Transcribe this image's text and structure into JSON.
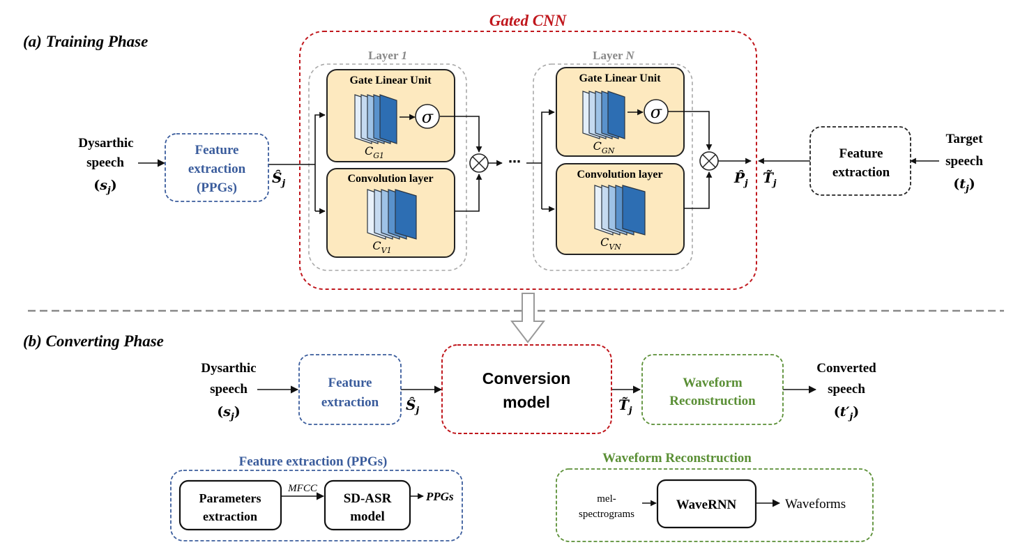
{
  "training": {
    "title": "(a) Training Phase",
    "gated_cnn": "Gated CNN",
    "layer1": {
      "prefix": "Layer ",
      "index": "1"
    },
    "layerN": {
      "prefix": "Layer ",
      "index": "N"
    },
    "glu": "Gate Linear Unit",
    "conv": "Convolution layer",
    "sigma": "σ",
    "cg1": {
      "base": "C",
      "sub": "G1"
    },
    "cv1": {
      "base": "C",
      "sub": "V1"
    },
    "cgn": {
      "base": "C",
      "sub": "GN"
    },
    "cvn": {
      "base": "C",
      "sub": "VN"
    },
    "input_line1": "Dysarthic",
    "input_line2": "speech",
    "input_sym": {
      "base": "s",
      "sub": "j"
    },
    "fe_line1": "Feature",
    "fe_line2": "extraction",
    "fe_line3": "(PPGs)",
    "s_hat": {
      "base": "Ŝ",
      "sub": "j"
    },
    "dots": "⋯",
    "p_hat": {
      "base": "P̂",
      "sub": "j"
    },
    "t_tilde": {
      "base": "T̃",
      "sub": "j"
    },
    "fe2_line1": "Feature",
    "fe2_line2": "extraction",
    "target_line1": "Target",
    "target_line2": "speech",
    "target_sym": {
      "base": "t",
      "sub": "j"
    }
  },
  "converting": {
    "title": "(b) Converting Phase",
    "input_line1": "Dysarthic",
    "input_line2": "speech",
    "input_sym": {
      "base": "s",
      "sub": "j"
    },
    "fe_line1": "Feature",
    "fe_line2": "extraction",
    "s_hat": {
      "base": "Ŝ",
      "sub": "j"
    },
    "conv_model_line1": "Conversion",
    "conv_model_line2": "model",
    "t_tilde": {
      "base": "T̃",
      "sub": "j"
    },
    "wr_line1": "Waveform",
    "wr_line2": "Reconstruction",
    "out_line1": "Converted",
    "out_line2": "speech",
    "out_sym": {
      "base": "t′",
      "sub": "j"
    }
  },
  "fe_detail": {
    "title": "Feature extraction (PPGs)",
    "param_line1": "Parameters",
    "param_line2": "extraction",
    "mfcc": "MFCC",
    "sdasr_line1": "SD-ASR",
    "sdasr_line2": "model",
    "ppgs": "PPGs"
  },
  "wr_detail": {
    "title": "Waveform Reconstruction",
    "mel_line1": "mel-",
    "mel_line2": "spectrograms",
    "wavernn": "WaveRNN",
    "waveforms": "Waveforms"
  },
  "colors": {
    "red": "#c0171d",
    "blue": "#3a5c9c",
    "green": "#5a8f35",
    "gray": "#a8a8a8",
    "block_fill": "#fde9bf",
    "dark": "#222222"
  }
}
